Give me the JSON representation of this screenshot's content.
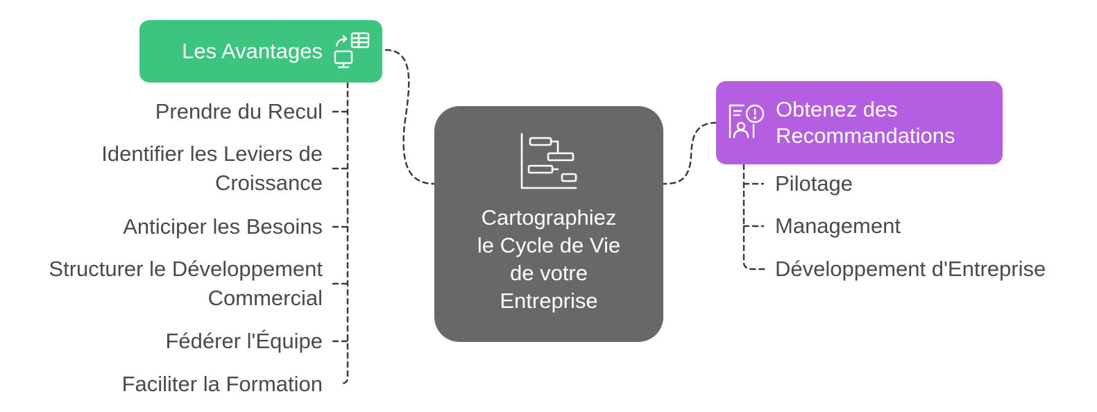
{
  "center": {
    "lines": [
      "Cartographiez",
      "le Cycle de Vie",
      "de votre",
      "Entreprise"
    ],
    "icon": "gantt-chart-icon"
  },
  "left_branch": {
    "title": "Les Avantages",
    "icon": "devices-sync-icon",
    "color": "#3dc47e",
    "items": [
      [
        "Prendre du Recul"
      ],
      [
        "Identifier les Leviers de",
        "Croissance"
      ],
      [
        "Anticiper les Besoins"
      ],
      [
        "Structurer le Développement",
        "Commercial"
      ],
      [
        "Fédérer l'Équipe"
      ],
      [
        "Faciliter la Formation"
      ]
    ]
  },
  "right_branch": {
    "title_lines": [
      "Obtenez des",
      "Recommandations"
    ],
    "icon": "presentation-advice-icon",
    "color": "#b45ee2",
    "items": [
      "Pilotage",
      "Management",
      "Développement d'Entreprise"
    ]
  },
  "colors": {
    "center": "#686868",
    "connector": "#3a3a3a",
    "text": "#4a4a4a"
  }
}
